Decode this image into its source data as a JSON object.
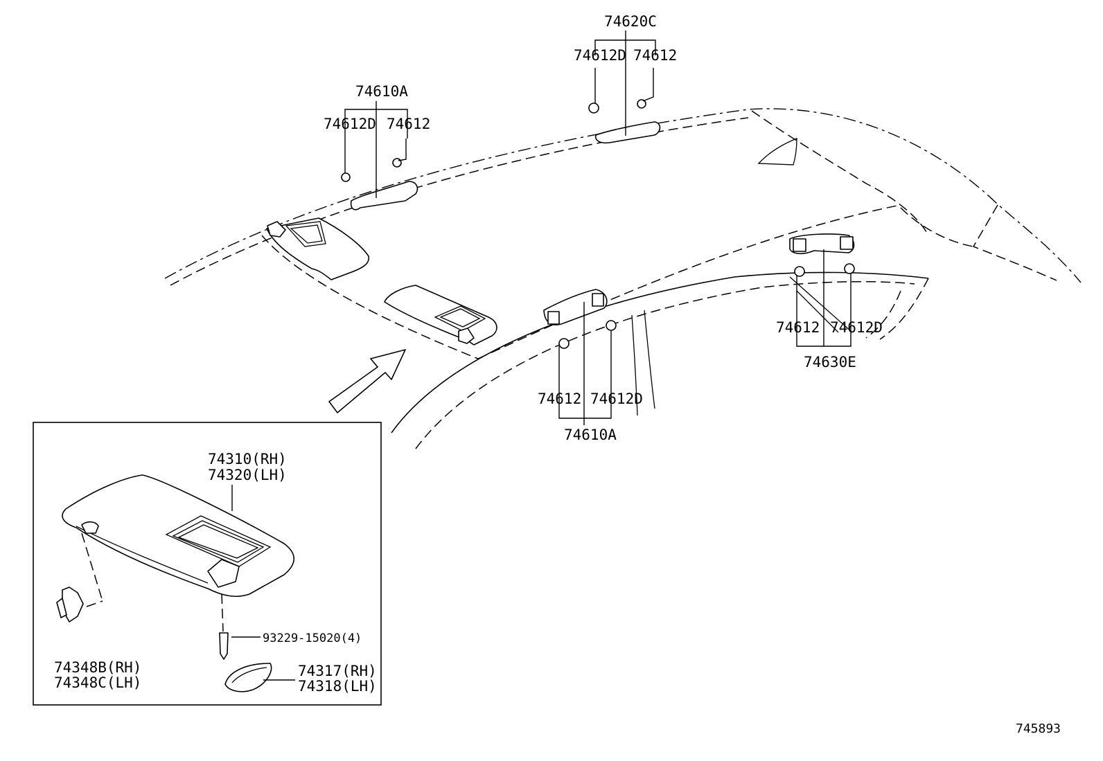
{
  "labels": {
    "grip_front_top": "74610A",
    "clip_d_front_top": "74612D",
    "clip_front_top": "74612",
    "grip_center_top": "74620C",
    "clip_d_center_top": "74612D",
    "clip_center_top": "74612",
    "clip_right": "74612",
    "clip_d_right": "74612D",
    "grip_right": "74630E",
    "clip_center_low": "74612",
    "clip_d_center_low": "74612D",
    "grip_center_low": "74610A",
    "visor_rh": "74310(RH)",
    "visor_lh": "74320(LH)",
    "screw": "93229-15020(4)",
    "holder_rh": "74348B(RH)",
    "holder_lh": "74348C(LH)",
    "cover_rh": "74317(RH)",
    "cover_lh": "74318(LH)",
    "ref_number": "745893"
  },
  "icons": [
    "direction-arrow-icon"
  ]
}
